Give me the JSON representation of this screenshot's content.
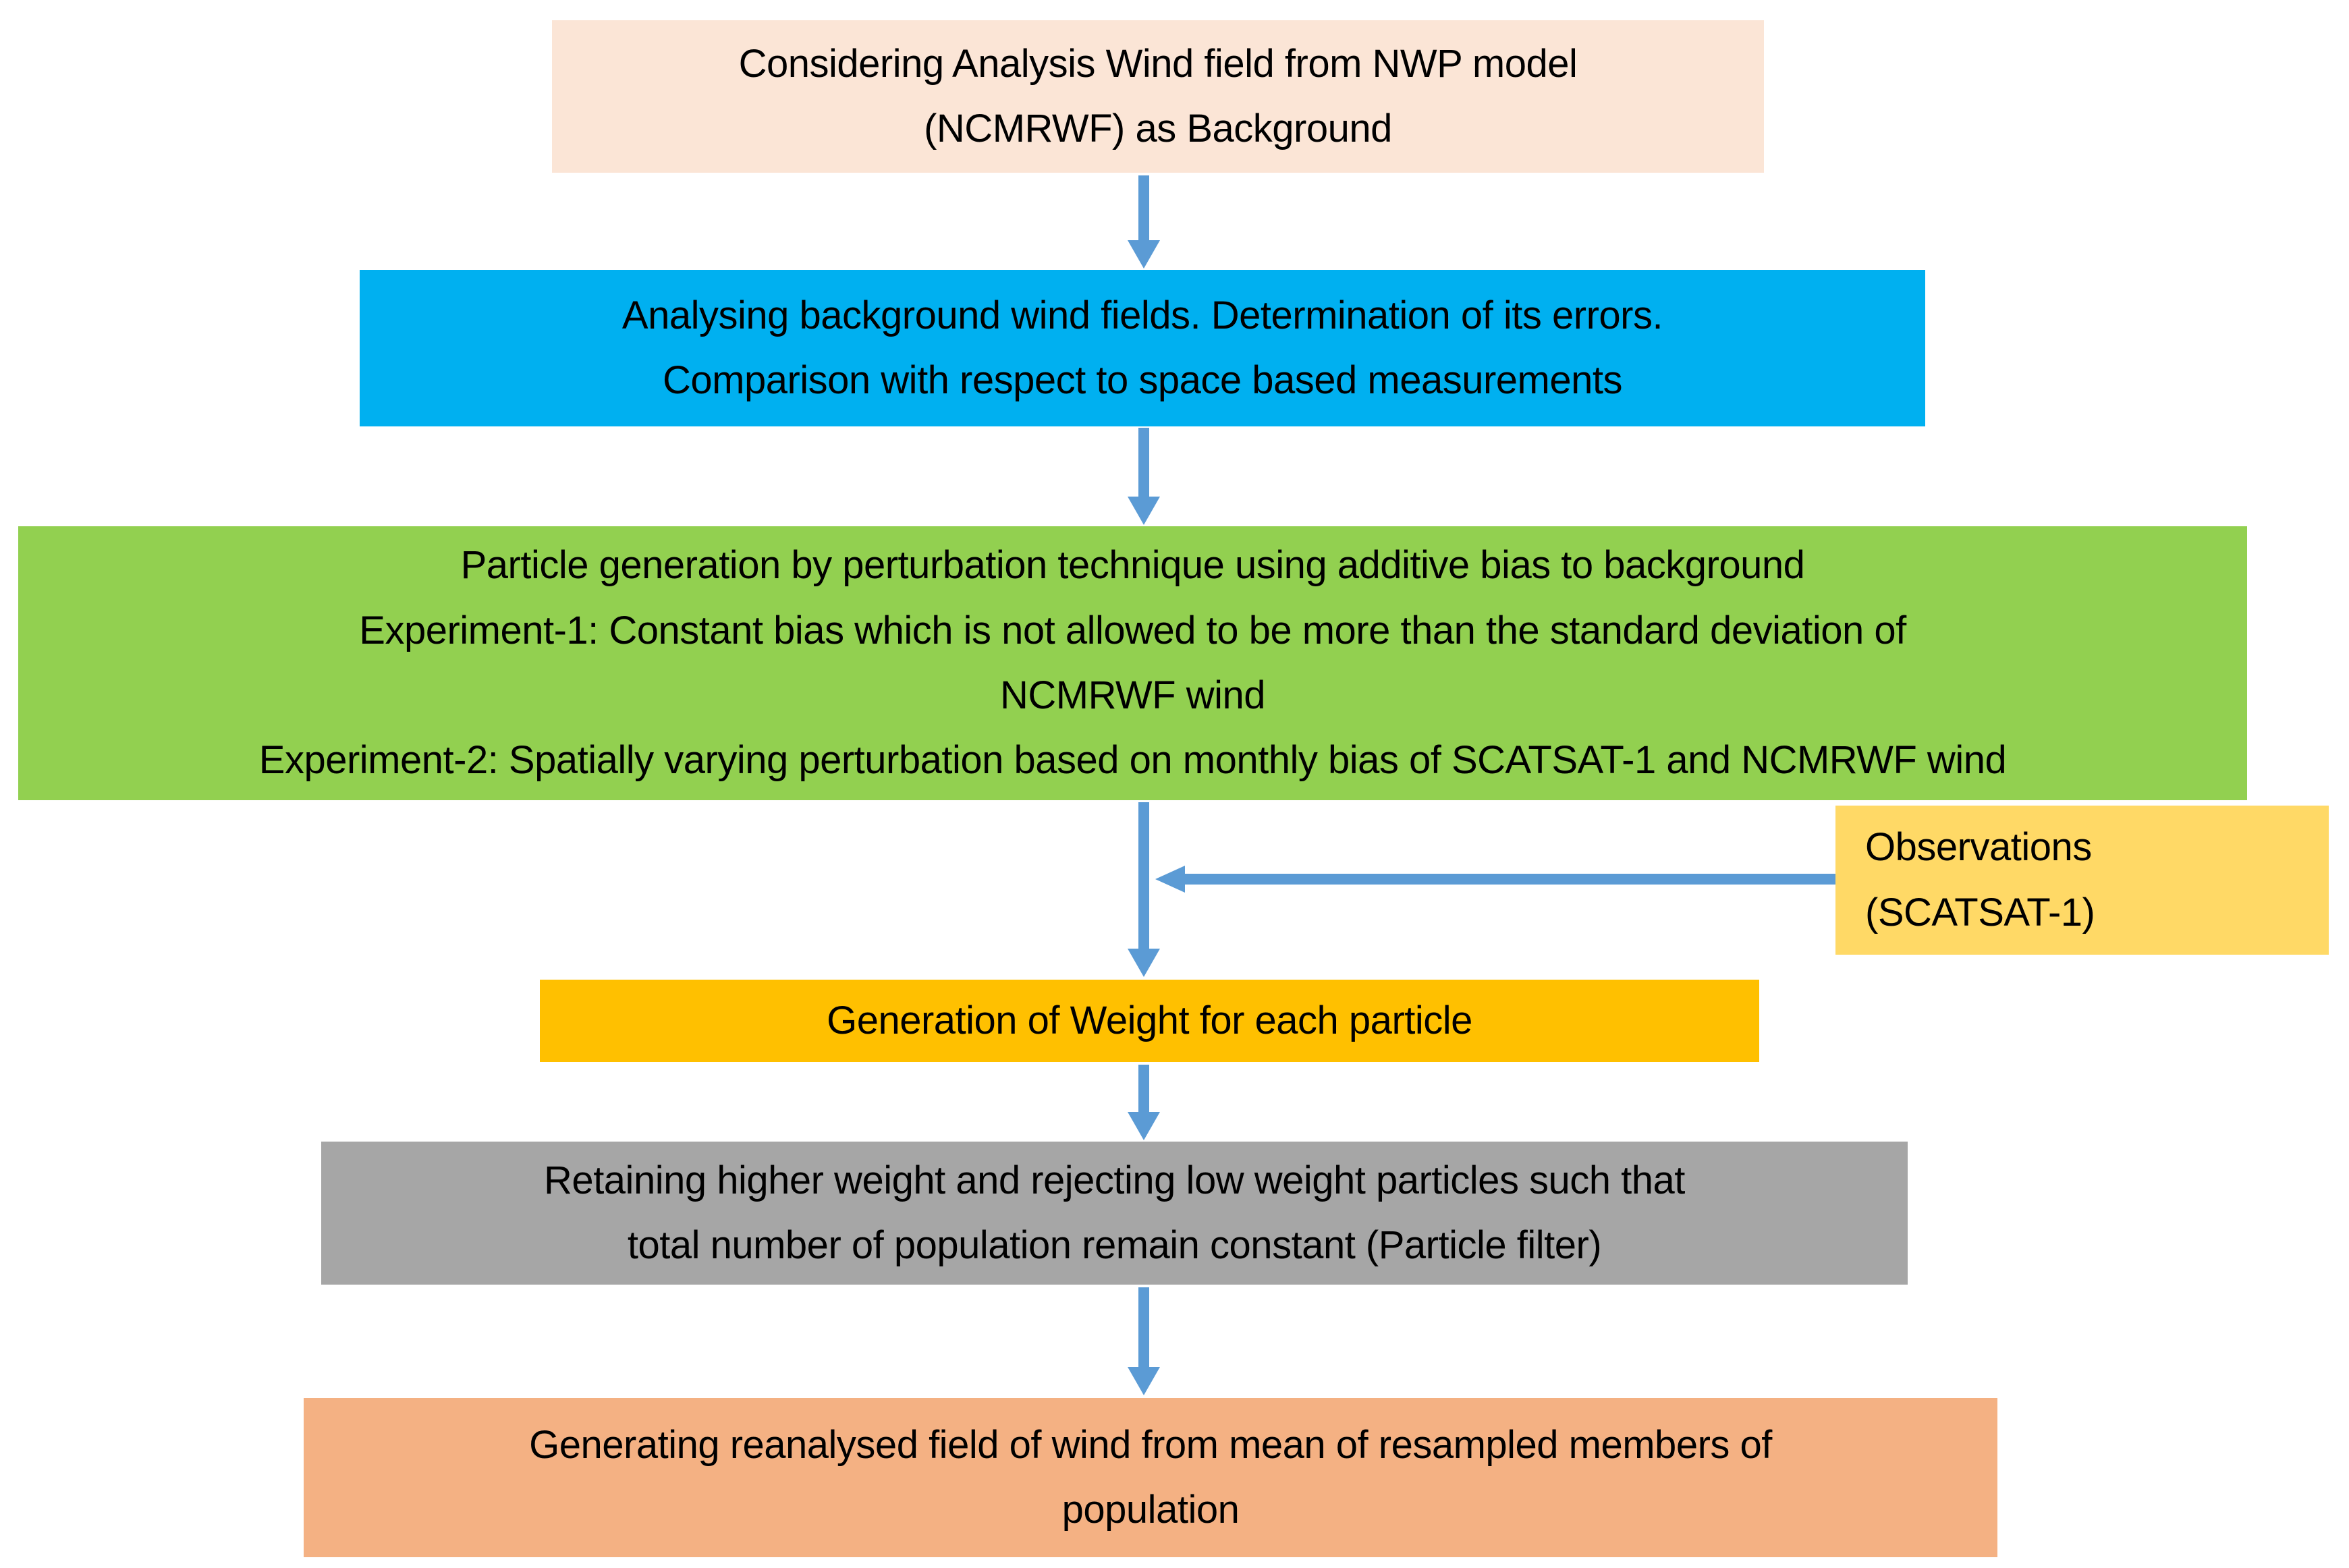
{
  "diagram": {
    "type": "flowchart",
    "background_color": "#FFFFFF",
    "arrow_color": "#5B9BD5",
    "text_color": "#000000",
    "nodes": {
      "background": {
        "fill": "#FBE5D6",
        "lines": [
          "Considering Analysis Wind field from NWP model",
          "(NCMRWF) as Background"
        ]
      },
      "analysis": {
        "fill": "#00B0F0",
        "lines": [
          "Analysing background wind fields. Determination of its errors.",
          "Comparison with respect to space based measurements"
        ]
      },
      "particle_generation": {
        "fill": "#92D050",
        "lines": [
          "Particle generation by perturbation technique using additive bias to background",
          "Experiment-1: Constant bias which is not allowed to be more than the standard deviation of",
          "NCMRWF wind",
          "Experiment-2: Spatially varying perturbation based on monthly bias of SCATSAT-1 and NCMRWF wind"
        ]
      },
      "observations": {
        "fill": "#FFD966",
        "lines": [
          "Observations",
          "(SCATSAT-1)"
        ]
      },
      "weight_generation": {
        "fill": "#FFC000",
        "lines": [
          "Generation of Weight for each particle"
        ]
      },
      "particle_filter": {
        "fill": "#A6A6A6",
        "lines": [
          "Retaining higher weight  and rejecting low weight particles such that",
          "total number of population remain constant (Particle filter)"
        ]
      },
      "reanalysis": {
        "fill": "#F4B183",
        "lines": [
          "Generating  reanalysed field of wind  from mean of resampled members of",
          "population"
        ]
      }
    },
    "edges": [
      {
        "from": "background",
        "to": "analysis",
        "direction": "down"
      },
      {
        "from": "analysis",
        "to": "particle_generation",
        "direction": "down"
      },
      {
        "from": "particle_generation",
        "to": "weight_generation",
        "direction": "down"
      },
      {
        "from": "observations",
        "to": "weight_generation",
        "direction": "left",
        "joins": "arrow between particle_generation and weight_generation"
      },
      {
        "from": "weight_generation",
        "to": "particle_filter",
        "direction": "down"
      },
      {
        "from": "particle_filter",
        "to": "reanalysis",
        "direction": "down"
      }
    ]
  }
}
